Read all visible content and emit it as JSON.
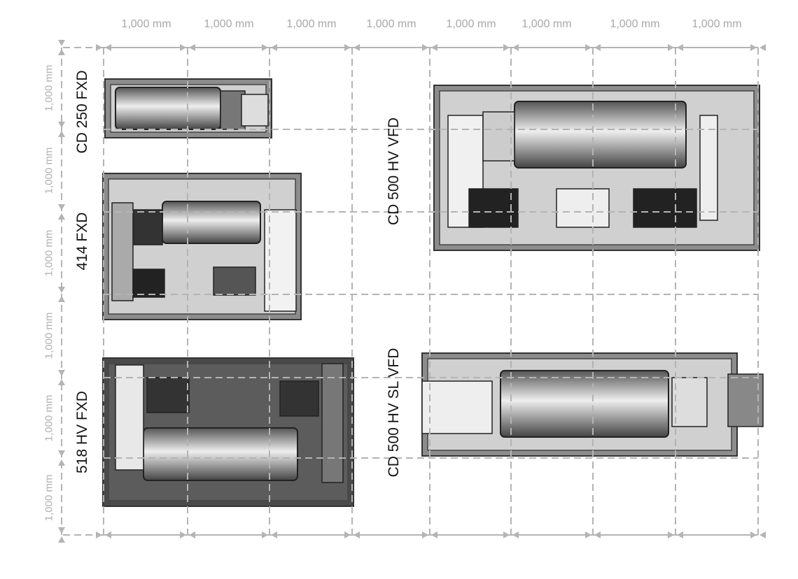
{
  "dimensions": {
    "top": [
      "1,000 mm",
      "1,000 mm",
      "1,000 mm",
      "1,000 mm",
      "1,000 mm",
      "1,000 mm",
      "1,000 mm",
      "1,000 mm"
    ],
    "left": [
      "1,000 mm",
      "1,000 mm",
      "1,000 mm",
      "1,000 mm",
      "1,000 mm",
      "1,000 mm"
    ]
  },
  "machines": [
    {
      "label": "CD 250 FXD"
    },
    {
      "label": "414 FXD"
    },
    {
      "label": "518 HV FXD"
    },
    {
      "label": "CD 500 HV VFD"
    },
    {
      "label": "CD 500 HV SL VFD"
    }
  ],
  "colors": {
    "grid": "#b4b4b4",
    "machine_frame": "#5a5a5a",
    "machine_body": "#9a9a9a",
    "dark_base": "#4a4a4a"
  }
}
